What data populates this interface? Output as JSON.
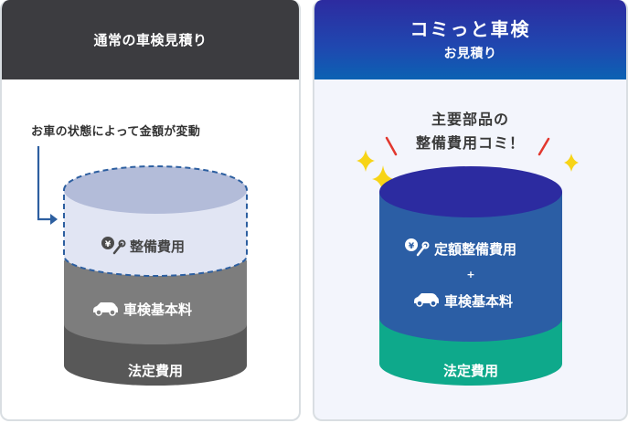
{
  "left_panel": {
    "header_title": "通常の車検見積り",
    "note": "お車の状態によって金額が変動",
    "layers": [
      {
        "label": "整備費用",
        "icon": "yen-wrench-icon",
        "color": "#e1e5f3",
        "top_color": "#b3bcd9",
        "border": "dashed",
        "border_color": "#2d5fa0"
      },
      {
        "label": "車検基本料",
        "icon": "car-icon",
        "color": "#7d7d7d"
      },
      {
        "label": "法定費用",
        "icon": null,
        "color": "#585858"
      }
    ]
  },
  "right_panel": {
    "header_title": "コミっと車検",
    "header_subtitle": "お見積り",
    "headline_line1": "主要部品の",
    "headline_line2": "整備費用コミ！",
    "layers": [
      {
        "label": "定額整備費用",
        "icon": "yen-wrench-icon",
        "color": "#2b5ea5",
        "top_color": "#2c2ba0"
      },
      {
        "plus": "+"
      },
      {
        "label": "車検基本料",
        "icon": "car-icon"
      },
      {
        "label": "法定費用",
        "icon": null,
        "color": "#0ea98b"
      }
    ],
    "accent_colors": {
      "sparkle": "#f7d417",
      "burst_line": "#e2372e"
    }
  }
}
